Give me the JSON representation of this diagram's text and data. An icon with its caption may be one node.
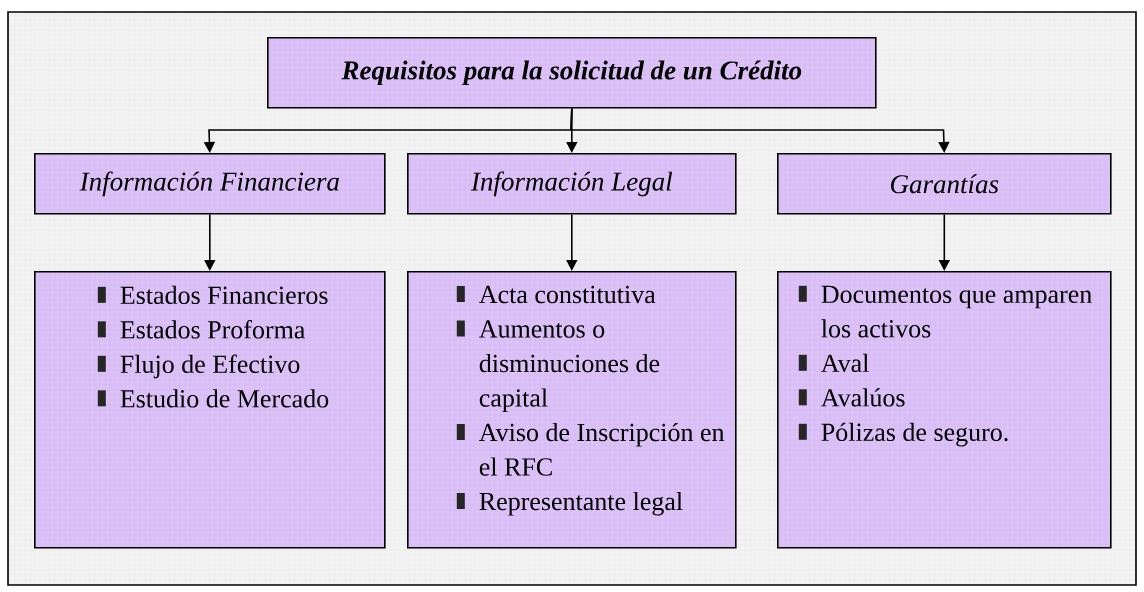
{
  "diagram": {
    "nodes": [
      {
        "text": [
          "Requisitos para la solicitud de un Crédito"
        ]
      },
      {
        "text": [
          "Información Financiera"
        ]
      },
      {
        "text": [
          "Información Legal"
        ]
      },
      {
        "text": [
          "Garantías"
        ]
      },
      {
        "text": [
          "Estados Financieros",
          "Estados Proforma",
          "Flujo de Efectivo",
          "Estudio de Mercado"
        ]
      },
      {
        "text": [
          "Acta constitutiva",
          "Aumentos o disminuciones de capital",
          "Aviso de Inscripción en el RFC",
          "Representante legal"
        ]
      },
      {
        "text": [
          "Documentos que amparen los activos",
          "Aval",
          "Avalúos",
          "Pólizas de seguro."
        ]
      }
    ],
    "edges": [
      {
        "from": 0,
        "to": 1,
        "arrow": "to"
      },
      {
        "from": 0,
        "to": 2,
        "arrow": "to"
      },
      {
        "from": 0,
        "to": 3,
        "arrow": "to"
      },
      {
        "from": 1,
        "to": 4,
        "arrow": "to"
      },
      {
        "from": 2,
        "to": 5,
        "arrow": "to"
      },
      {
        "from": 3,
        "to": 6,
        "arrow": "to"
      }
    ]
  }
}
